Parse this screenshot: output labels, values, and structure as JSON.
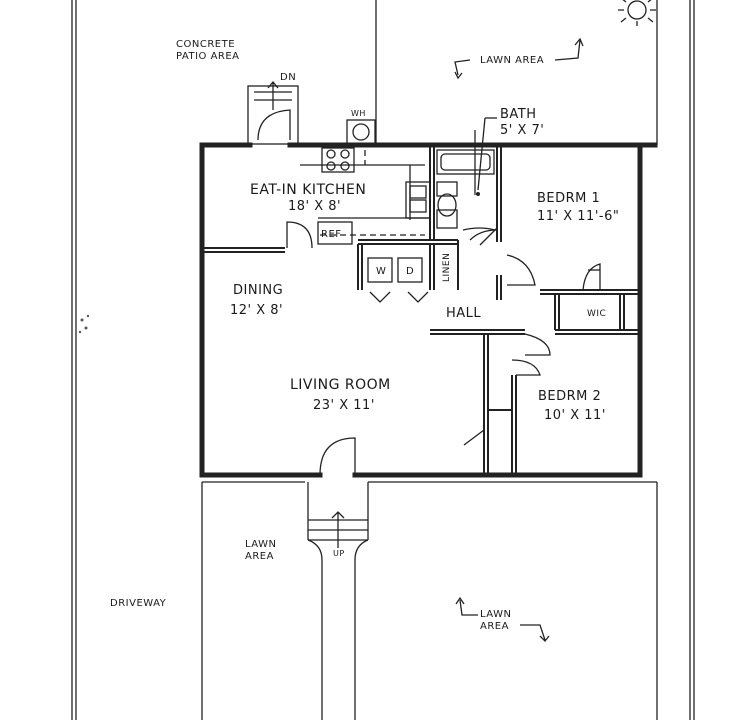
{
  "labels": {
    "patio_line1": "CONCRETE",
    "patio_line2": "PATIO AREA",
    "dn": "DN",
    "wh": "WH",
    "lawn_top": "LAWN AREA",
    "bath_name": "BATH",
    "bath_size": "5' X 7'",
    "kitchen_name": "EAT-IN KITCHEN",
    "kitchen_size": "18' X 8'",
    "ref": "REF",
    "bed1_name": "BEDRM 1",
    "bed1_size": "11' X 11'-6\"",
    "dining_name": "DINING",
    "dining_size": "12' X 8'",
    "washer": "W",
    "dryer": "D",
    "linen": "LINEN",
    "hall": "HALL",
    "wic": "WIC",
    "living_name": "LIVING ROOM",
    "living_size": "23' X 11'",
    "bed2_name": "BEDRM 2",
    "bed2_size": "10' X 11'",
    "lawn_left_1": "LAWN",
    "lawn_left_2": "AREA",
    "up": "UP",
    "driveway": "DRIVEWAY",
    "lawn_bottom_1": "LAWN",
    "lawn_bottom_2": "AREA"
  }
}
